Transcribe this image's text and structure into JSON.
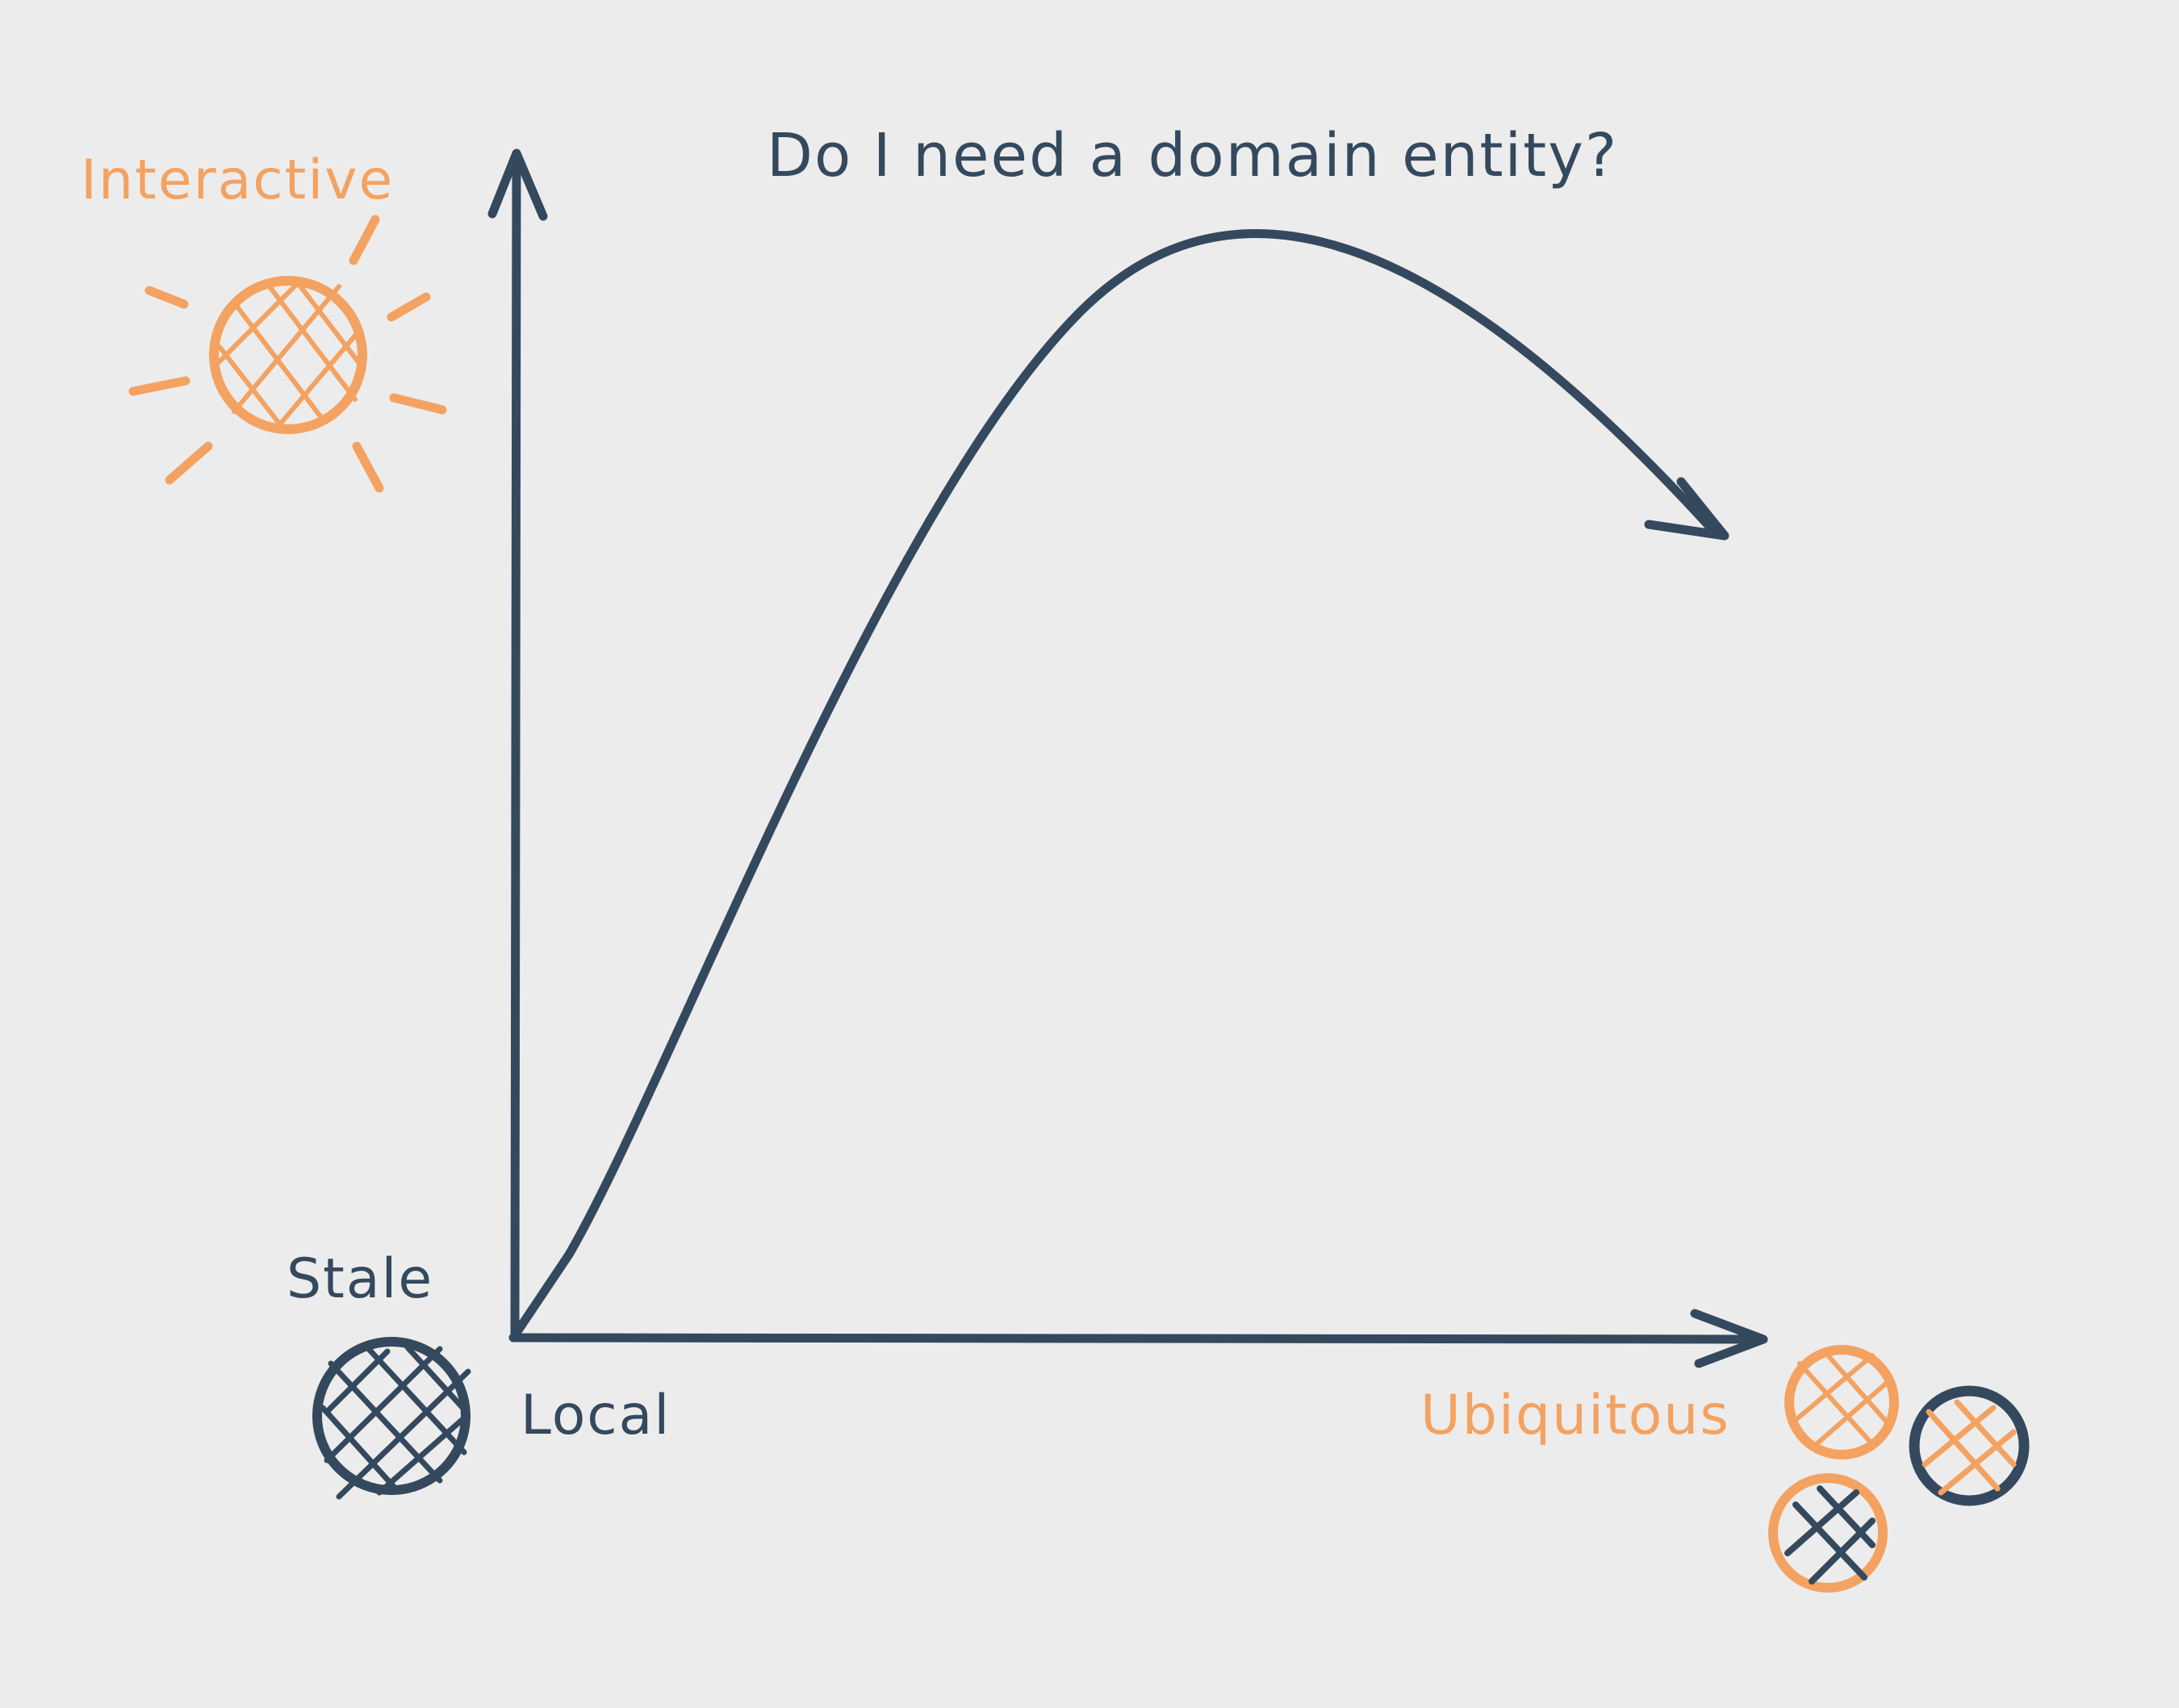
{
  "title": "Do I need a domain entity?",
  "axes": {
    "y_top_label": "Interactive",
    "y_bottom_label": "Stale",
    "x_left_label": "Local",
    "x_right_label": "Ubiquitous"
  },
  "colors": {
    "background": "#ececec",
    "ink": "#34495e",
    "accent": "#f4a261"
  }
}
